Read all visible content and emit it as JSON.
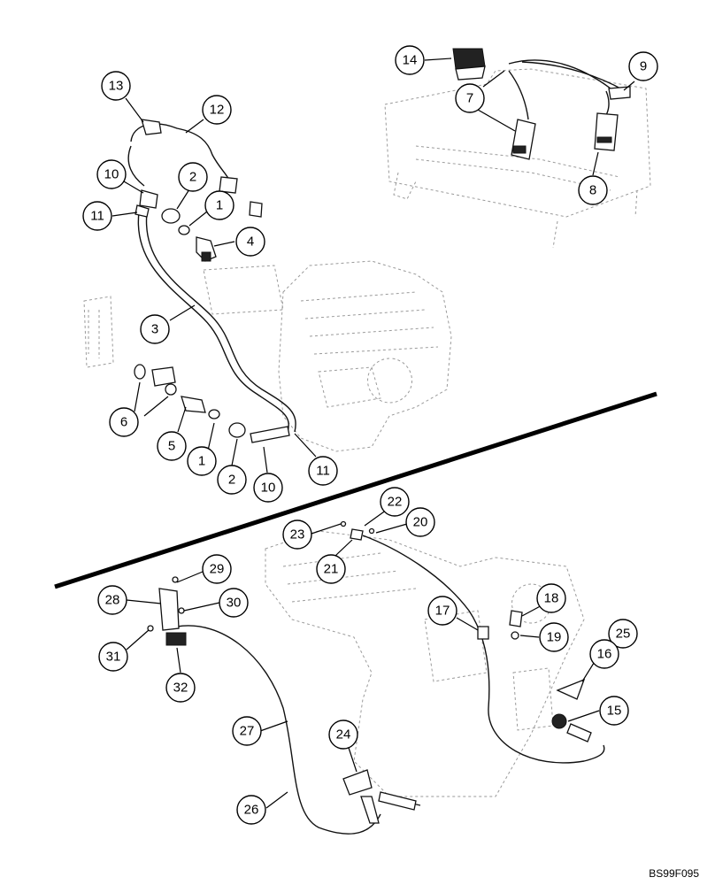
{
  "figure_code": "BS99F095",
  "callouts": [
    {
      "label": "13"
    },
    {
      "label": "12"
    },
    {
      "label": "10"
    },
    {
      "label": "2"
    },
    {
      "label": "11"
    },
    {
      "label": "1"
    },
    {
      "label": "4"
    },
    {
      "label": "3"
    },
    {
      "label": "6"
    },
    {
      "label": "5"
    },
    {
      "label": "1"
    },
    {
      "label": "2"
    },
    {
      "label": "10"
    },
    {
      "label": "11"
    },
    {
      "label": "14"
    },
    {
      "label": "9"
    },
    {
      "label": "7"
    },
    {
      "label": "8"
    },
    {
      "label": "22"
    },
    {
      "label": "20"
    },
    {
      "label": "23"
    },
    {
      "label": "21"
    },
    {
      "label": "29"
    },
    {
      "label": "28"
    },
    {
      "label": "30"
    },
    {
      "label": "31"
    },
    {
      "label": "32"
    },
    {
      "label": "18"
    },
    {
      "label": "17"
    },
    {
      "label": "19"
    },
    {
      "label": "25"
    },
    {
      "label": "16"
    },
    {
      "label": "15"
    },
    {
      "label": "27"
    },
    {
      "label": "24"
    },
    {
      "label": "26"
    }
  ]
}
